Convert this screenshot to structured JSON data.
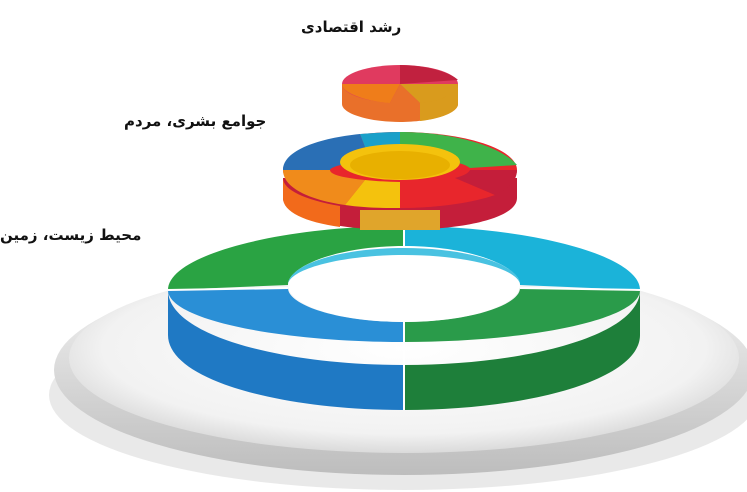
{
  "labels": {
    "top_tier": "رشد اقتصادی",
    "middle_tier": "جوامع بشری، مردم",
    "bottom_tier": "محیط زیست، زمین"
  },
  "colors": {
    "plate": "#e6e6e6",
    "bottom_green": "#2aa343",
    "bottom_cyan": "#1bb3d9",
    "bottom_blue": "#1f79c4",
    "bottom_darkgreen": "#1e7f3a",
    "middle_segments": [
      "#2a6fb5",
      "#1aa0c9",
      "#3fb34a",
      "#e6a117",
      "#f4c20d",
      "#f26a1b",
      "#e8262c",
      "#c41e3a",
      "#e95c2a"
    ],
    "top_segments": [
      "#e03a5f",
      "#c1213f",
      "#ef7d1a",
      "#d99b1d",
      "#e9702a"
    ]
  }
}
